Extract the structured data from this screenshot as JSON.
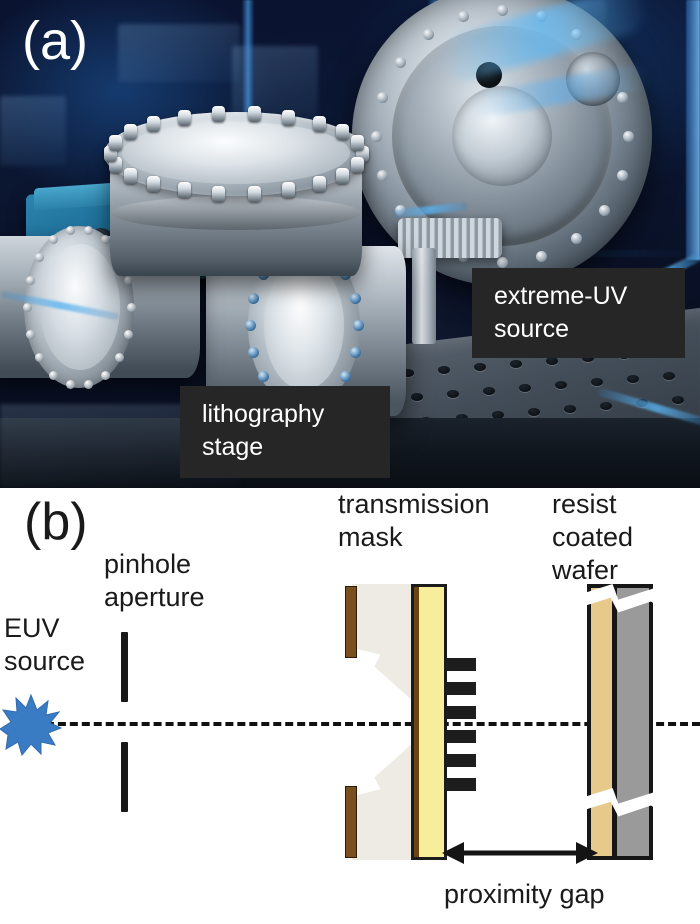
{
  "figure": {
    "panel_a": {
      "letter": "(a)",
      "labels": [
        {
          "id": "extreme-uv-source",
          "text": "extreme-UV\nsource"
        },
        {
          "id": "lithography-stage",
          "text": "lithography\nstage"
        }
      ],
      "label_bg_color": "#262626",
      "label_text_color": "#ffffff"
    },
    "panel_b": {
      "letter": "(b)",
      "labels": {
        "euv_source": "EUV\nsource",
        "pinhole_aperture": "pinhole\naperture",
        "transmission_mask": "transmission\nmask",
        "resist_coated_wafer": "resist coated\nwafer",
        "proximity_gap": "proximity gap"
      },
      "colors": {
        "euv_star": "#3a7cc4",
        "mask_membrane": "#f7ee9c",
        "mask_support": "#6b4512",
        "mask_frame": "#7a4f1e",
        "absorber": "#1d1d1d",
        "resist": "#e8c98c",
        "wafer_substrate": "#9a9a9a",
        "outline": "#161616",
        "optical_axis": "#111111"
      },
      "absorber_bar_count": 6,
      "optical_axis_style": "dashed"
    }
  }
}
